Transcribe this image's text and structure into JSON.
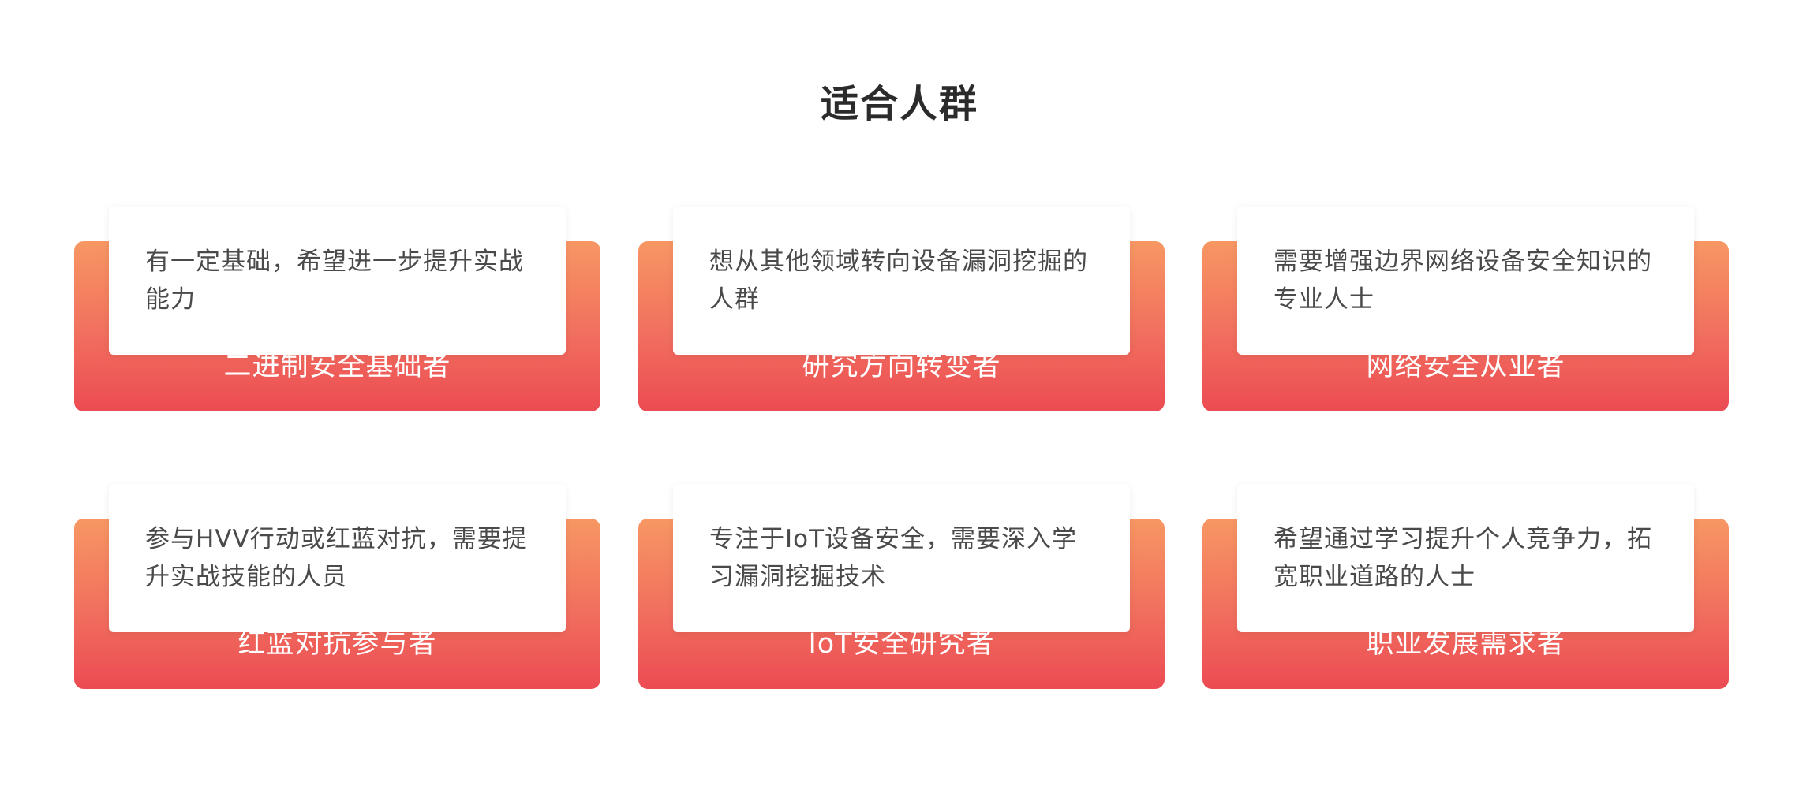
{
  "section": {
    "title": "适合人群"
  },
  "cards": [
    {
      "description": "有一定基础，希望进一步提升实战能力",
      "title": "二进制安全基础者"
    },
    {
      "description": "想从其他领域转向设备漏洞挖掘的人群",
      "title": "研究方向转变者"
    },
    {
      "description": "需要增强边界网络设备安全知识的专业人士",
      "title": "网络安全从业者"
    },
    {
      "description": "参与HVV行动或红蓝对抗，需要提升实战技能的人员",
      "title": "红蓝对抗参与者"
    },
    {
      "description": "专注于IoT设备安全，需要深入学习漏洞挖掘技术",
      "title": "IoT安全研究者"
    },
    {
      "description": "希望通过学习提升个人竞争力，拓宽职业道路的人士",
      "title": "职业发展需求者"
    }
  ],
  "colors": {
    "gradient_top": "#f79763",
    "gradient_bottom": "#ec4b53",
    "title_text": "#2b2b2b",
    "description_text": "#4a4a4a"
  }
}
